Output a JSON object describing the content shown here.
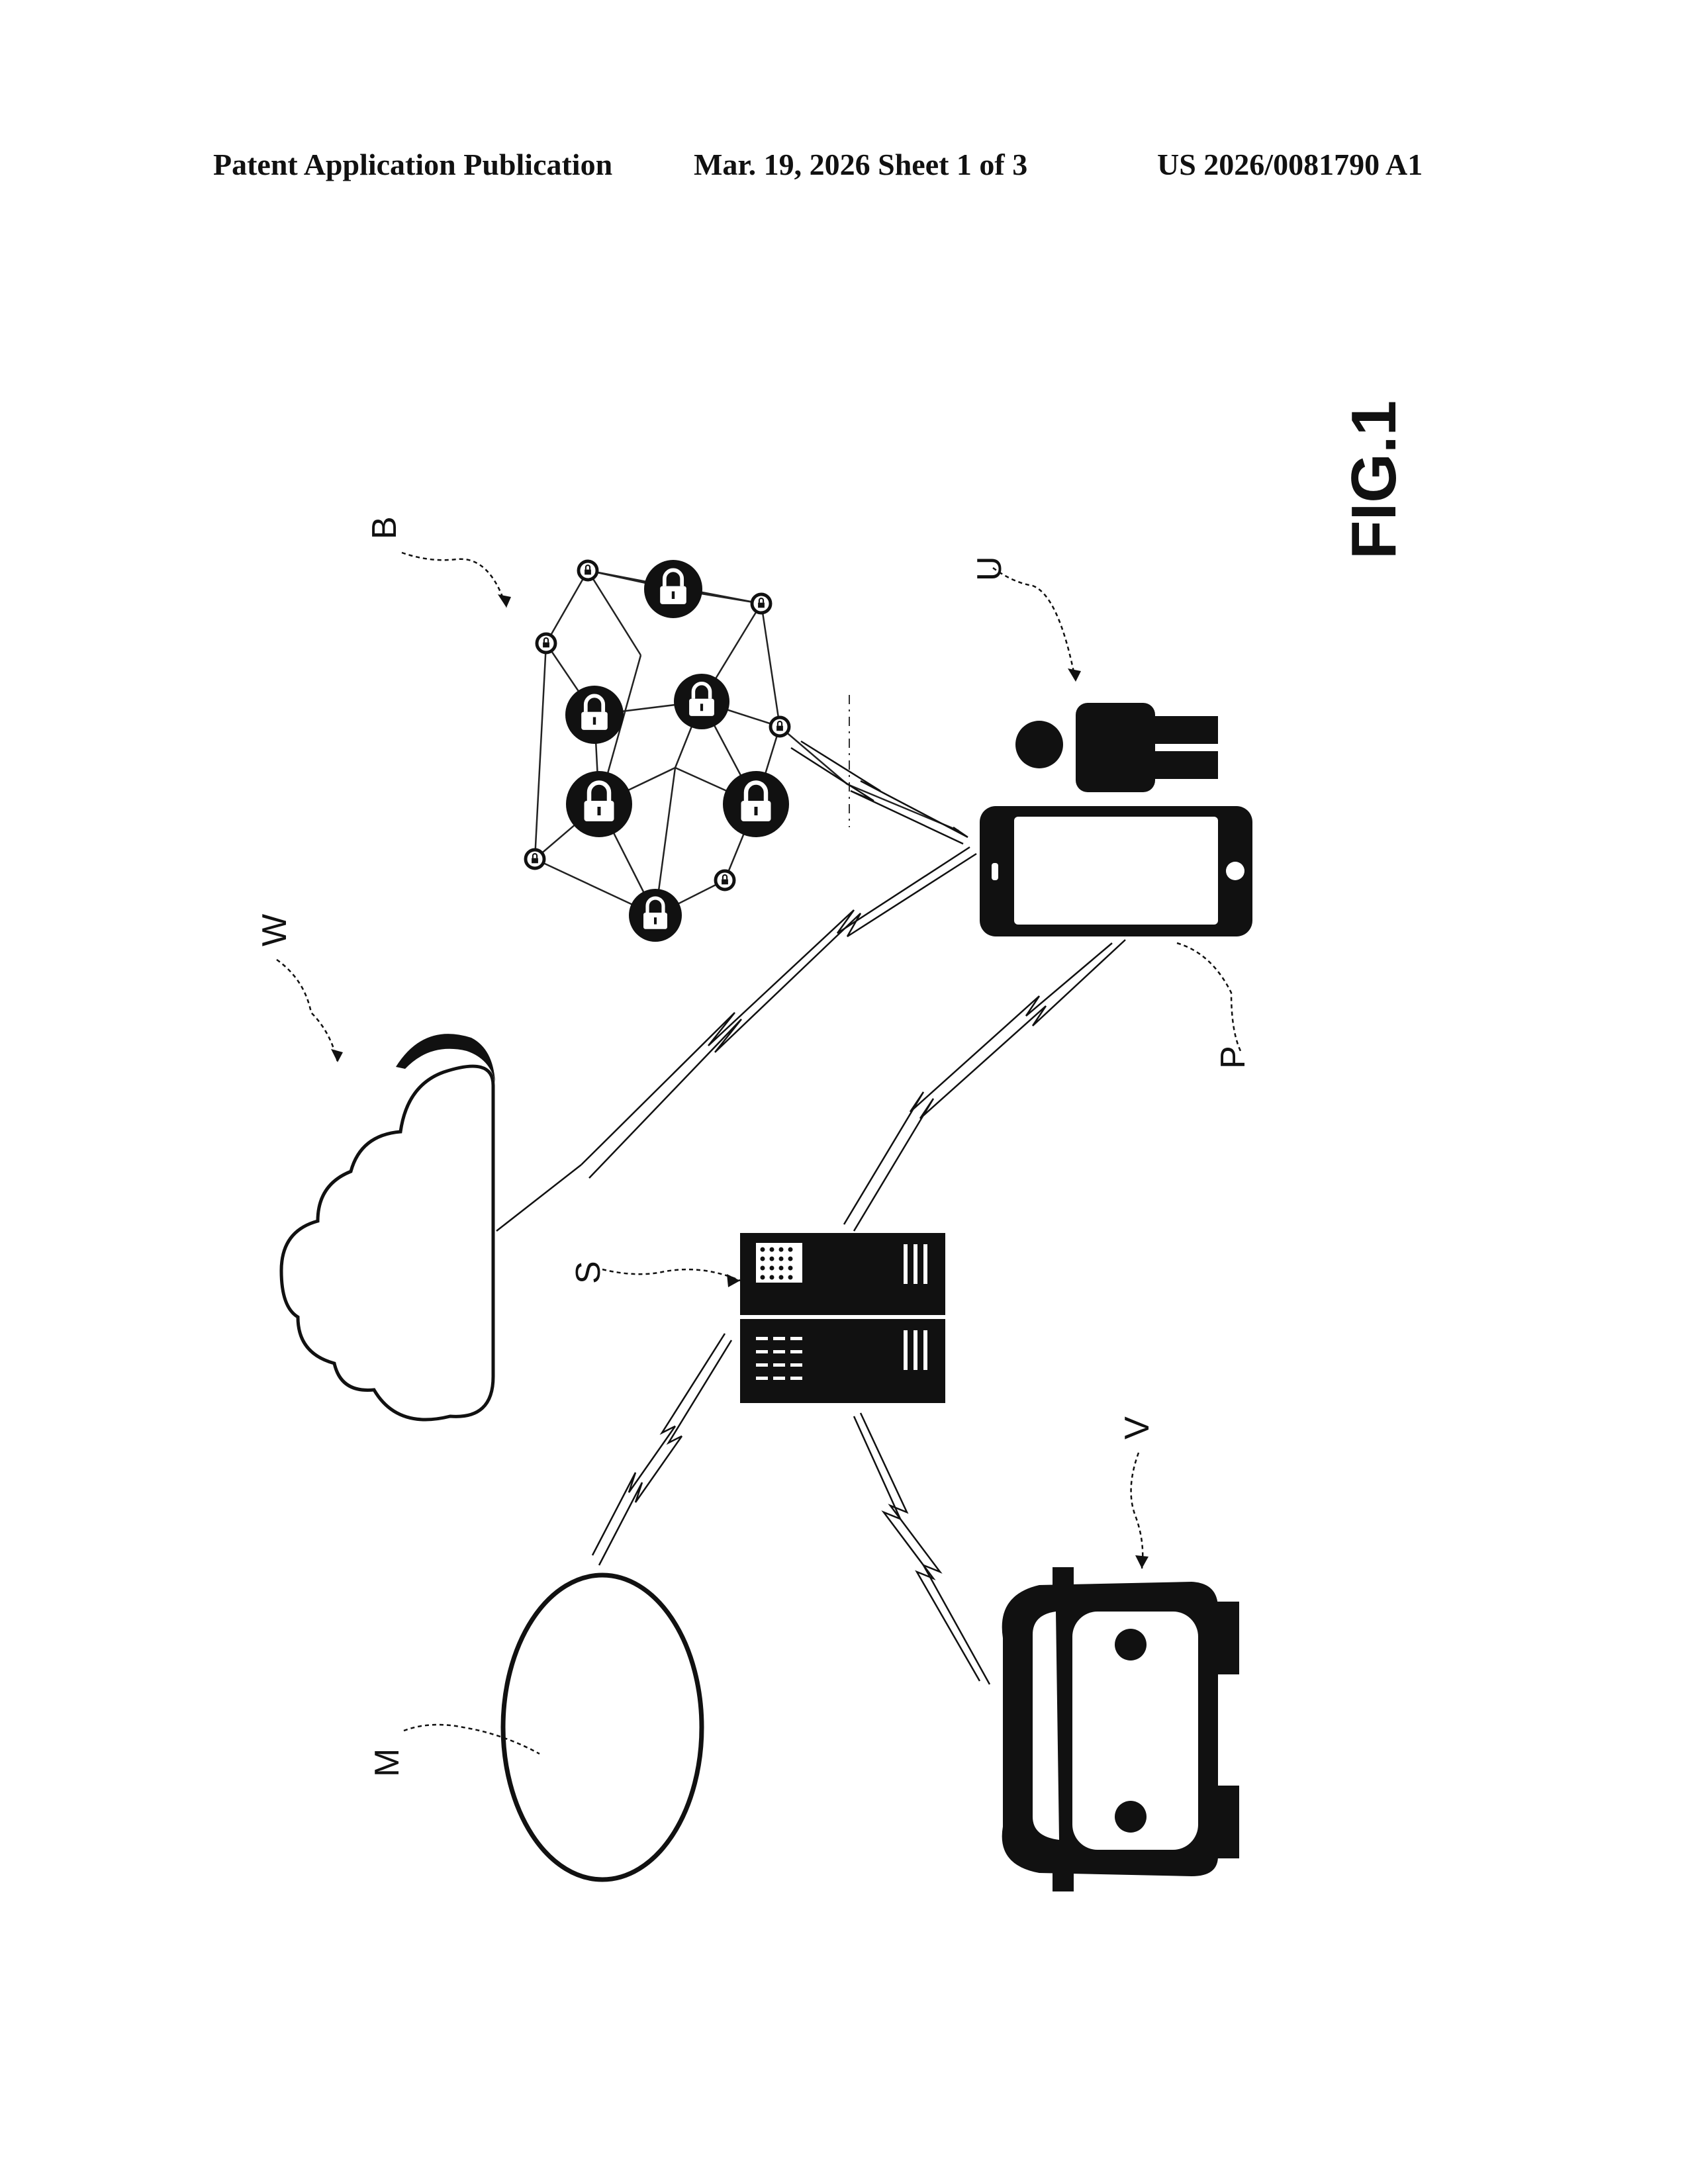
{
  "header": {
    "publication": "Patent Application Publication",
    "date_sheet": "Mar. 19, 2026  Sheet 1 of 3",
    "number": "US 2026/0081790 A1"
  },
  "figure": {
    "title": "FIG.1",
    "labels": {
      "blockchain": "B",
      "cloud": "W",
      "user": "U",
      "phone": "P",
      "server": "S",
      "vehicle": "V",
      "memory": "M"
    }
  }
}
